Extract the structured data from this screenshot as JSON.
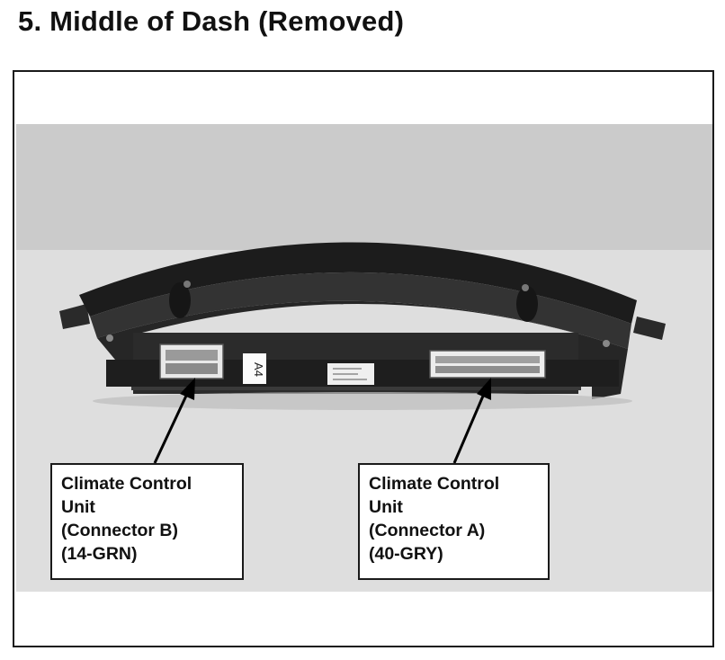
{
  "title": "5.  Middle of Dash (Removed)",
  "figure": {
    "sticker_label": "A4",
    "callouts": {
      "connector_b": [
        "Climate Control",
        "Unit",
        "(Connector B)",
        "(14-GRN)"
      ],
      "connector_a": [
        "Climate Control",
        "Unit",
        "(Connector A)",
        "(40-GRY)"
      ]
    }
  }
}
